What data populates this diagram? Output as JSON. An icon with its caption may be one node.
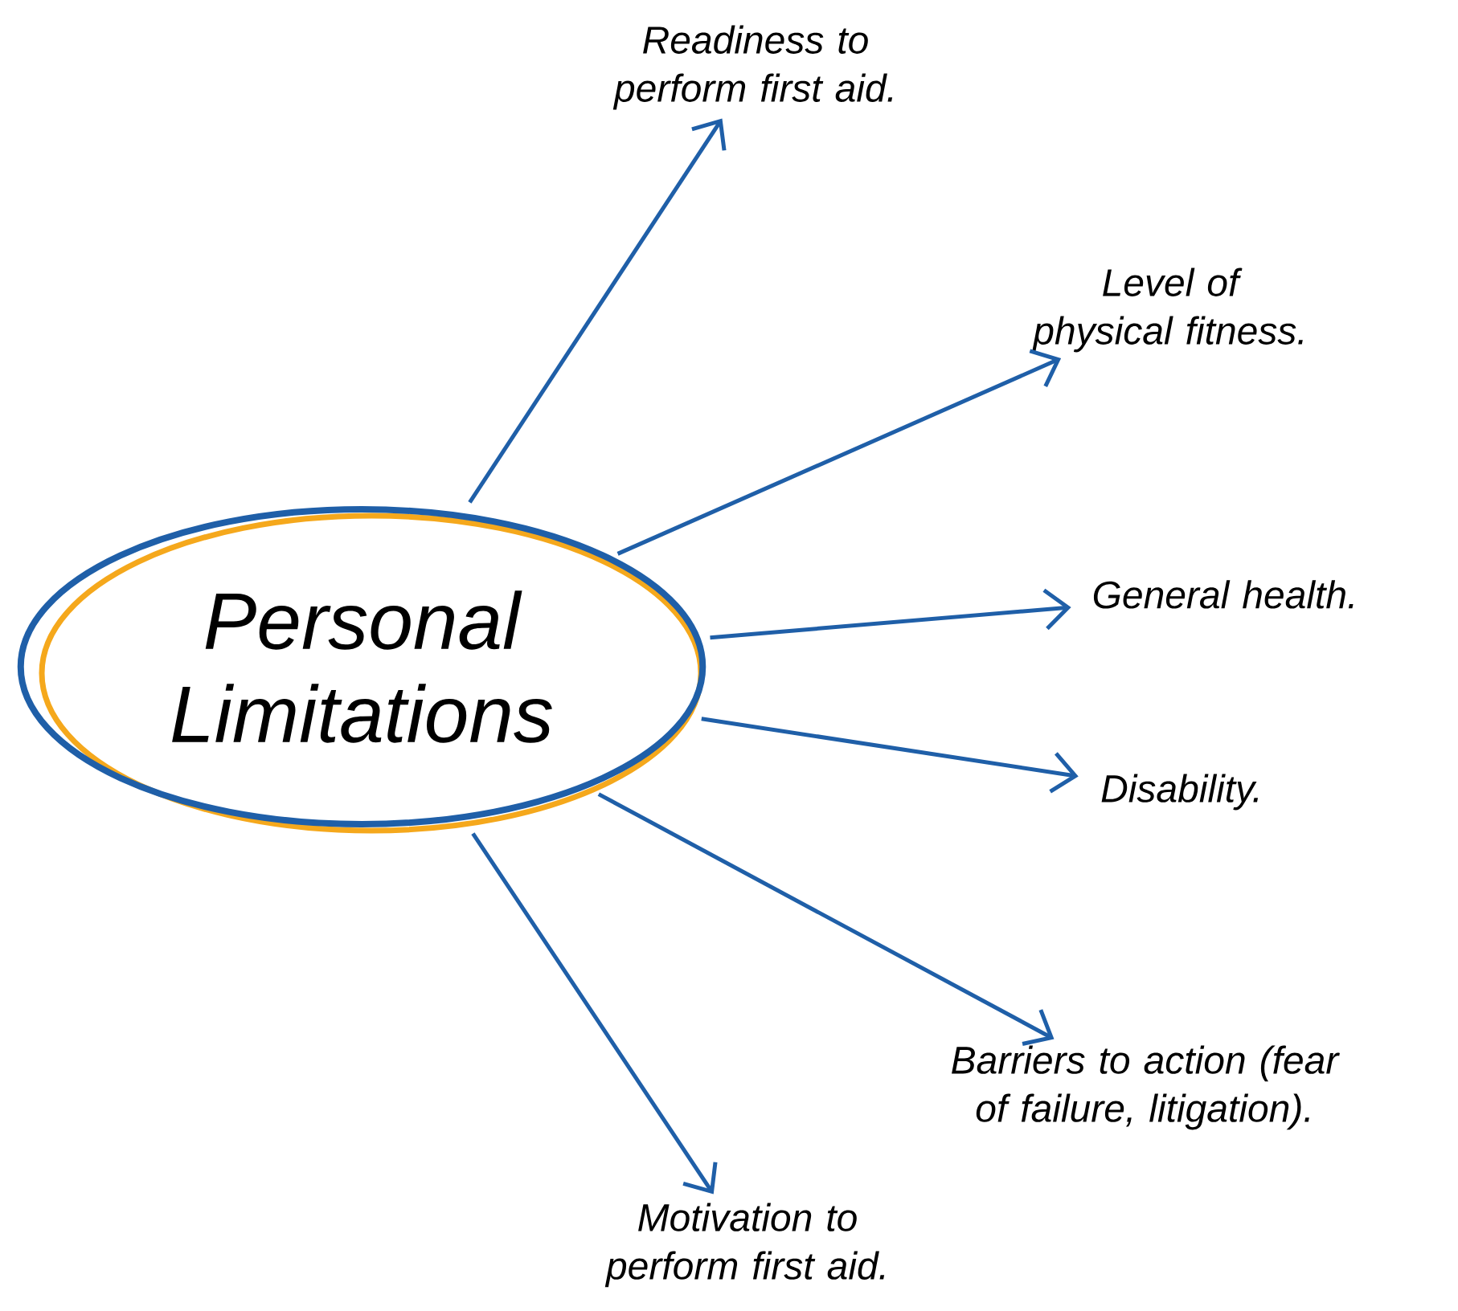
{
  "diagram": {
    "nodes": [
      {
        "text": [
          "Personal Limitations"
        ]
      },
      {
        "text": [
          "Readiness to perform first aid."
        ]
      },
      {
        "text": [
          "Level of physical fitness."
        ]
      },
      {
        "text": [
          "General health."
        ]
      },
      {
        "text": [
          "Disability."
        ]
      },
      {
        "text": [
          "Barriers to action (fear of failure, litigation)."
        ]
      },
      {
        "text": [
          "Motivation to perform first aid."
        ]
      }
    ],
    "edges": [
      {
        "from": 0,
        "to": 1,
        "arrow": "to"
      },
      {
        "from": 0,
        "to": 2,
        "arrow": "to"
      },
      {
        "from": 0,
        "to": 3,
        "arrow": "to"
      },
      {
        "from": 0,
        "to": 4,
        "arrow": "to"
      },
      {
        "from": 0,
        "to": 5,
        "arrow": "to"
      },
      {
        "from": 0,
        "to": 6,
        "arrow": "to"
      }
    ]
  }
}
